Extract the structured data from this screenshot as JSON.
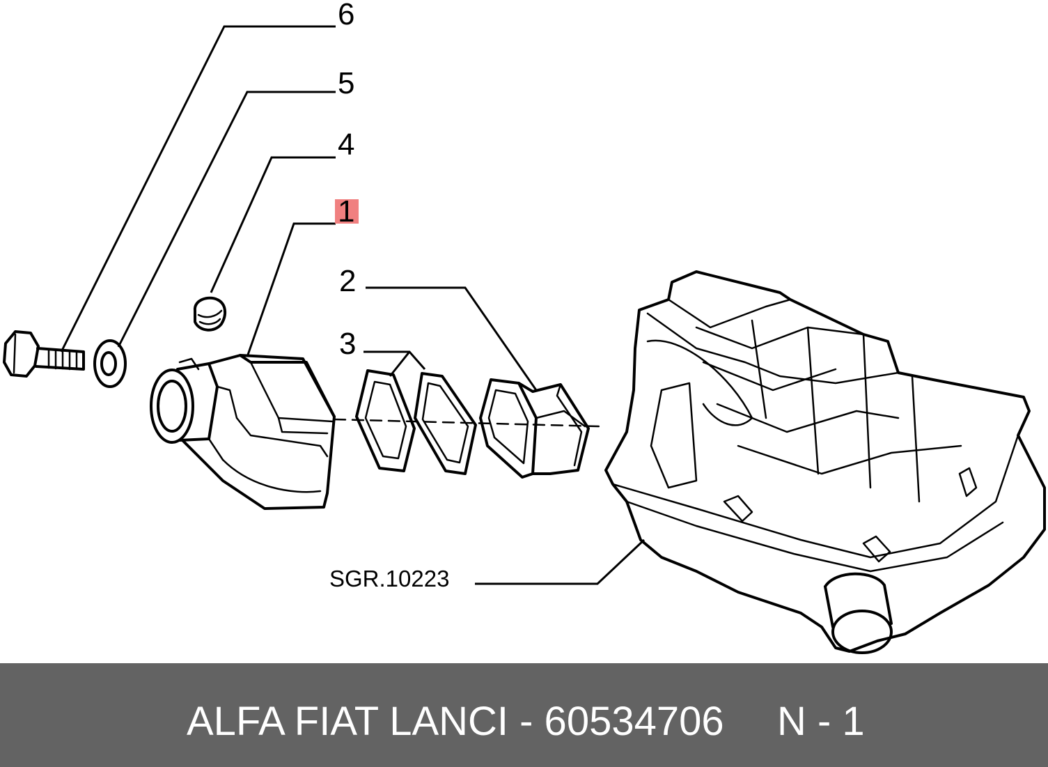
{
  "diagram": {
    "callouts": {
      "c6": "6",
      "c5": "5",
      "c4": "4",
      "c1": "1",
      "c2": "2",
      "c3": "3"
    },
    "highlight_color": "#f08080",
    "reference_label": "SGR.10223"
  },
  "footer": {
    "brand_part": "ALFA FIAT LANCI - 60534706",
    "quantity": "N - 1",
    "background": "#636363"
  }
}
